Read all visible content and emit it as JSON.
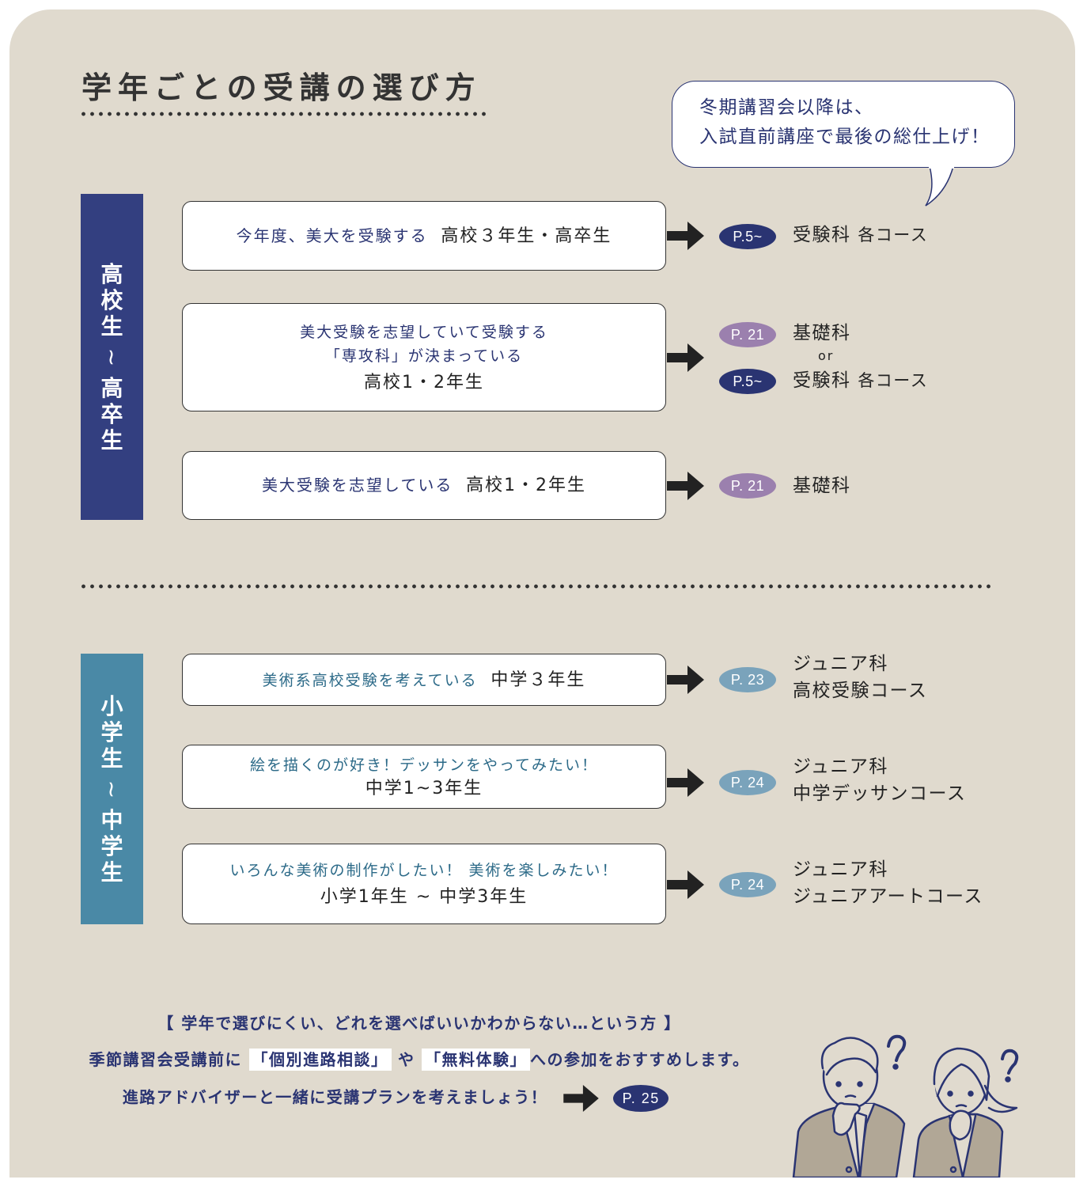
{
  "title": "学年ごとの受講の選び方",
  "bubble": {
    "line1": "冬期講習会以降は、",
    "line2": "入試直前講座で最後の総仕上げ！"
  },
  "colors": {
    "background": "#e0dace",
    "navy": "#333f80",
    "teal": "#4a89a6",
    "purple_pill": "#9b80ae",
    "navy_pill": "#2a3472",
    "teal_pill": "#7aa3bb"
  },
  "sections": [
    {
      "category": [
        "高",
        "校",
        "生",
        "~",
        "高",
        "卒",
        "生"
      ],
      "rows": [
        {
          "desc": "今年度、美大を受験する",
          "grade": "高校３年生・高卒生",
          "results": [
            {
              "page": "P.5~",
              "course": "受験科",
              "sub": "各コース"
            }
          ]
        },
        {
          "desc1": "美大受験を志望していて受験する",
          "desc2": "「専攻科」が決まっている",
          "grade": "高校1・2年生",
          "results": [
            {
              "page": "P. 21",
              "course": "基礎科",
              "sub": ""
            },
            {
              "page": "P.5~",
              "course": "受験科",
              "sub": "各コース"
            }
          ],
          "connector": "or"
        },
        {
          "desc": "美大受験を志望している",
          "grade": "高校1・2年生",
          "results": [
            {
              "page": "P. 21",
              "course": "基礎科",
              "sub": ""
            }
          ]
        }
      ]
    },
    {
      "category": [
        "小",
        "学",
        "生",
        "~",
        "中",
        "学",
        "生"
      ],
      "rows": [
        {
          "desc": "美術系高校受験を考えている",
          "grade": "中学３年生",
          "results": [
            {
              "page": "P. 23",
              "course": "ジュニア科",
              "sub": "高校受験コース"
            }
          ]
        },
        {
          "desc": "絵を描くのが好き！デッサンをやってみたい！",
          "grade": "中学1~3年生",
          "results": [
            {
              "page": "P. 24",
              "course": "ジュニア科",
              "sub": "中学デッサンコース"
            }
          ]
        },
        {
          "desc": "いろんな美術の制作がしたい！ 美術を楽しみたい！",
          "grade": "小学1年生 ~ 中学3年生",
          "results": [
            {
              "page": "P. 24",
              "course": "ジュニア科",
              "sub": "ジュニアアートコース"
            }
          ]
        }
      ]
    }
  ],
  "footer": {
    "line1": "【 学年で選びにくい、どれを選べばいいかわからない…という方 】",
    "line2_pre": "季節講習会受講前に",
    "line2_hl1": "「個別進路相談」",
    "line2_mid": "や",
    "line2_hl2": "「無料体験」",
    "line2_post": "への参加をおすすめします。",
    "line3": "進路アドバイザーと一緒に受講プランを考えましょう！",
    "page": "P. 25"
  },
  "illustration": {
    "question_mark": "?",
    "alt": "thinking-students"
  }
}
